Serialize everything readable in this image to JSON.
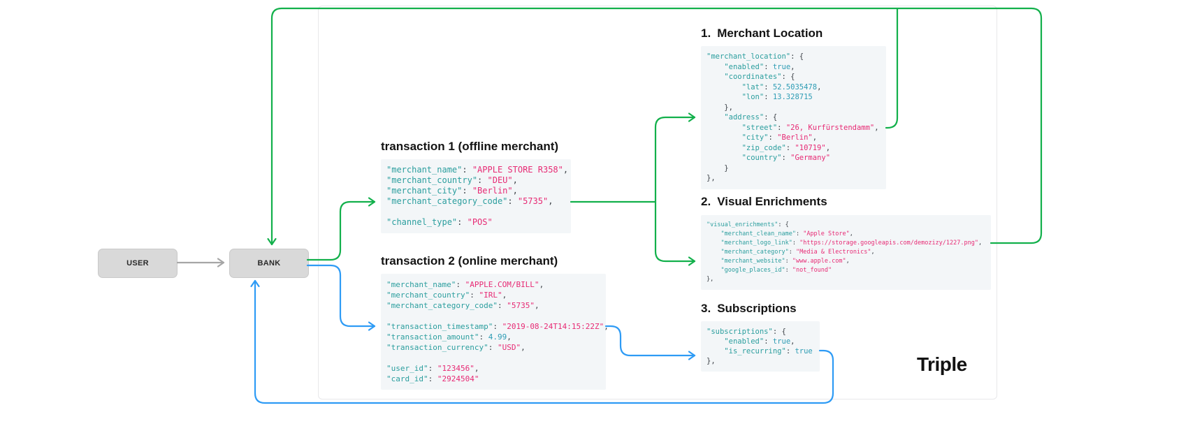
{
  "brand": {
    "logo_text": "Triple"
  },
  "flow": {
    "user_label": "USER",
    "bank_label": "BANK"
  },
  "transactions": [
    {
      "title": "transaction 1 (offline merchant)",
      "code": [
        "\"merchant_name\": \"APPLE STORE R358\",",
        "\"merchant_country\": \"DEU\",",
        "\"merchant_city\": \"Berlin\",",
        "\"merchant_category_code\": \"5735\",",
        "",
        "\"channel_type\": \"POS\""
      ]
    },
    {
      "title": "transaction 2 (online merchant)",
      "code": [
        "\"merchant_name\": \"APPLE.COM/BILL\",",
        "\"merchant_country\": \"IRL\",",
        "\"merchant_category_code\": \"5735\",",
        "",
        "\"transaction_timestamp\": \"2019-08-24T14:15:22Z\",",
        "\"transaction_amount\": 4.99,",
        "\"transaction_currency\": \"USD\",",
        "",
        "\"user_id\": \"123456\",",
        "\"card_id\": \"2924504\""
      ]
    }
  ],
  "enrichments": [
    {
      "number": "1.",
      "title": "Merchant Location",
      "code": [
        "\"merchant_location\": {",
        "    \"enabled\": true,",
        "    \"coordinates\": {",
        "        \"lat\": 52.5035478,",
        "        \"lon\": 13.328715",
        "    },",
        "    \"address\": {",
        "        \"street\": \"26, Kurfürstendamm\",",
        "        \"city\": \"Berlin\",",
        "        \"zip_code\": \"10719\",",
        "        \"country\": \"Germany\"",
        "    }",
        "},"
      ]
    },
    {
      "number": "2.",
      "title": "Visual Enrichments",
      "code": [
        "\"visual_enrichments\": {",
        "    \"merchant_clean_name\": \"Apple Store\",",
        "    \"merchant_logo_link\": \"https://storage.googleapis.com/demozizy/1227.png\",",
        "    \"merchant_category\": \"Media & Electronics\",",
        "    \"merchant_website\": \"www.apple.com\",",
        "    \"google_places_id\": \"not_found\"",
        "},"
      ]
    },
    {
      "number": "3.",
      "title": "Subscriptions",
      "code": [
        "\"subscriptions\": {",
        "    \"enabled\": true,",
        "    \"is_recurring\": true",
        "},"
      ]
    }
  ],
  "colors": {
    "green_arrow": "#12b04b",
    "blue_arrow": "#2e9bf5",
    "gray_arrow": "#a6a6a6",
    "code_key": "#2b9e9e",
    "code_string": "#e72a74",
    "code_number": "#2d9cb4",
    "code_text": "#3d4248",
    "code_bg": "#f3f6f8",
    "box_fill": "#d9d9d9",
    "heading": "#131313"
  }
}
